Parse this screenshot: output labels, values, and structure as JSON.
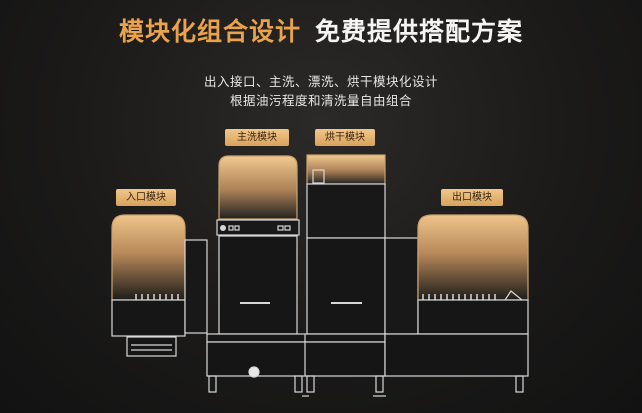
{
  "header": {
    "title_gold": "模块化组合设计",
    "title_white": "免费提供搭配方案"
  },
  "subtitle": {
    "line1": "出入接口、主洗、漂洗、烘干模块化设计",
    "line2": "根据油污程度和清洗量自由组合"
  },
  "modules": {
    "inlet": "入口模块",
    "main_wash": "主洗模块",
    "dryer": "烘干模块",
    "outlet": "出口模块"
  },
  "colors": {
    "accent_gold": "#e8a34c",
    "label_bg": "#e2b06c",
    "glow": "#d9a86a"
  }
}
